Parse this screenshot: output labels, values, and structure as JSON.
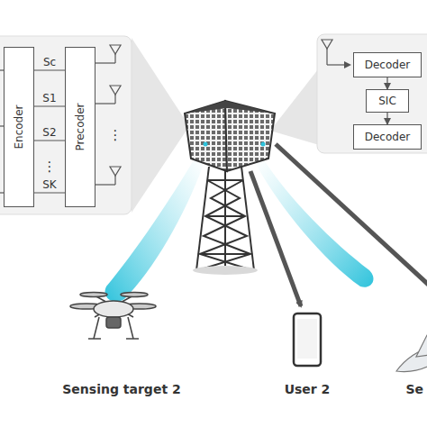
{
  "diagram": {
    "nodes": [
      {
        "text": [
          "Encoder"
        ]
      },
      {
        "text": [
          "Precoder"
        ]
      },
      {
        "text": [
          "Decoder"
        ]
      },
      {
        "text": [
          "SIC"
        ]
      },
      {
        "text": [
          "Decoder"
        ]
      }
    ],
    "edges": [
      {
        "from": 0,
        "to": 1,
        "label": "Sc",
        "arrow": "none"
      },
      {
        "from": 0,
        "to": 1,
        "label": "S1",
        "arrow": "none"
      },
      {
        "from": 0,
        "to": 1,
        "label": "S2",
        "arrow": "none"
      },
      {
        "from": 0,
        "to": 1,
        "label": "SK",
        "arrow": "none"
      },
      {
        "from": 2,
        "to": 3,
        "arrow": "to"
      },
      {
        "from": 3,
        "to": 4,
        "arrow": "to"
      }
    ],
    "labels": [
      "⋮",
      "⋮",
      "Sensing target 2",
      "User 2",
      "Se"
    ]
  }
}
